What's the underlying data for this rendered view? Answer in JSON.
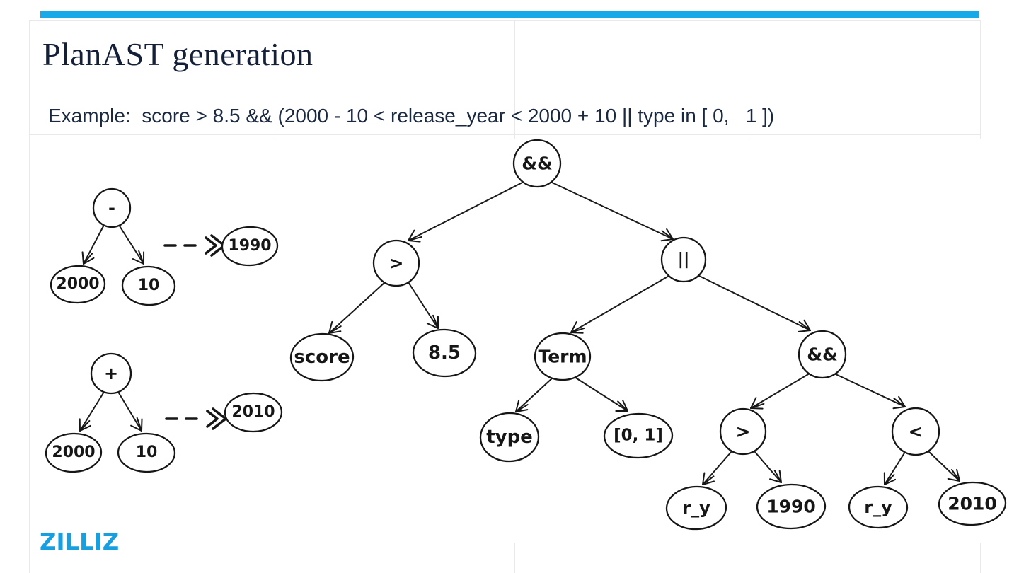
{
  "theme": {
    "accent_bar_color": "#18a9e8",
    "logo_color": "#189fdf",
    "title_color": "#141f38",
    "body_text_color": "#1a2940",
    "ink_color": "#161616",
    "gridline_color": "#e9e9e9"
  },
  "slide": {
    "title": "PlanAST generation",
    "example_line": "Example:  score > 8.5 && (2000 - 10 < release_year < 2000 + 10 || type in [ 0,   1 ])",
    "logo_text": "ZILLIZ"
  },
  "diagram": {
    "nodes": {
      "minus_op": "-",
      "minus_left": "2000",
      "minus_right": "10",
      "minus_result": "1990",
      "plus_op": "+",
      "plus_left": "2000",
      "plus_right": "10",
      "plus_result": "2010",
      "root_and": "&&",
      "score_gt": ">",
      "or_op": "||",
      "score": "score",
      "score_threshold": "8.5",
      "term": "Term",
      "type_field": "type",
      "type_set": "[0, 1]",
      "year_and": "&&",
      "year_gt": ">",
      "year_lt": "<",
      "ry_gt": "r_y",
      "year_lower": "1990",
      "ry_lt": "r_y",
      "year_upper": "2010"
    }
  }
}
